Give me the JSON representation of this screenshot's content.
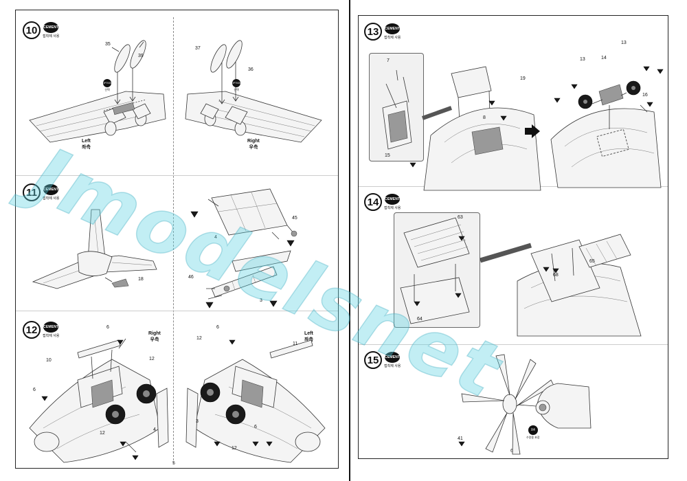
{
  "cement": {
    "icon_label": "CEMENT",
    "sub": "접착제 사용"
  },
  "option": {
    "icon_label": "OPTION",
    "sub": "선택"
  },
  "left_page": {
    "page_number": "5",
    "step10": {
      "number": "10",
      "parts": [
        "35",
        "39",
        "37",
        "36"
      ],
      "side_left": "Left",
      "side_left_ko": "좌측",
      "side_right": "Right",
      "side_right_ko": "우측"
    },
    "step11": {
      "number": "11",
      "parts": [
        "18",
        "4",
        "45",
        "46",
        "3"
      ]
    },
    "step12": {
      "number": "12",
      "parts": [
        "6",
        "10",
        "12",
        "6",
        "4",
        "12",
        "6",
        "11",
        "12",
        "3",
        "12",
        "6"
      ],
      "side_right": "Right",
      "side_right_ko": "우측",
      "side_left": "Left",
      "side_left_ko": "좌측"
    }
  },
  "right_page": {
    "page_number": "6",
    "step13": {
      "number": "13",
      "parts": [
        "7",
        "19",
        "8",
        "15",
        "13",
        "14",
        "13",
        "16"
      ]
    },
    "step14": {
      "number": "14",
      "parts": [
        "63",
        "64",
        "65",
        "68"
      ]
    },
    "step15": {
      "number": "15",
      "parts": [
        "41"
      ],
      "badge_label": "X4",
      "badge_sub": "수량용 포장"
    }
  },
  "watermark": "Jmodelsnet"
}
